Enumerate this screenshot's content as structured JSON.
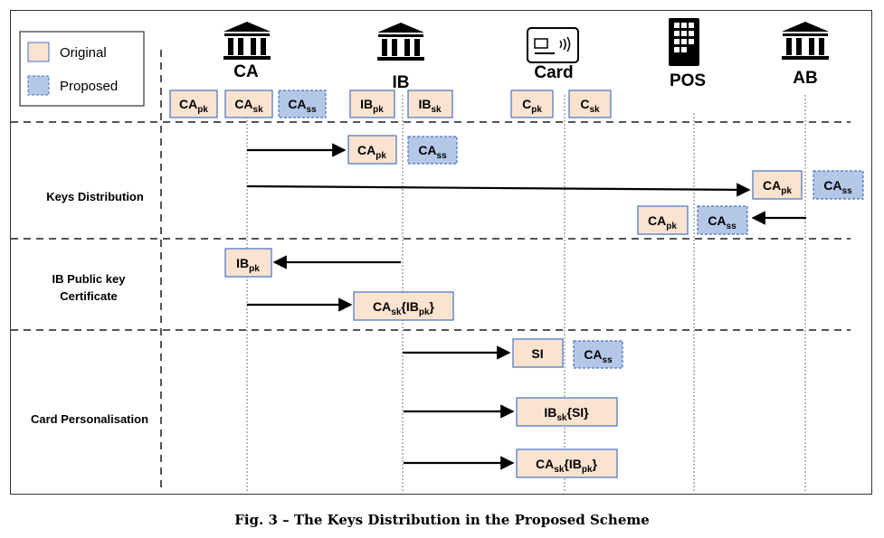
{
  "legend": {
    "original": "Original",
    "proposed": "Proposed"
  },
  "colors": {
    "original_fill": "#fbe3d0",
    "original_stroke": "#4472c4",
    "proposed_fill": "#b4c7e7",
    "proposed_stroke": "#4472c4",
    "line": "#555555"
  },
  "entities": {
    "ca": {
      "label": "CA",
      "icon": "bank-icon"
    },
    "ib": {
      "label": "IB",
      "icon": "bank-icon"
    },
    "card": {
      "label": "Card",
      "icon": "contactless-card-icon"
    },
    "pos": {
      "label": "POS",
      "icon": "pos-terminal-icon"
    },
    "ab": {
      "label": "AB",
      "icon": "bank-icon"
    }
  },
  "sections": {
    "keys_distribution": "Keys Distribution",
    "ib_cert_line1": "IB Public key",
    "ib_cert_line2": "Certificate",
    "card_personalisation": "Card Personalisation"
  },
  "keys": {
    "ca_pk": {
      "main": "CA",
      "sub": "pk"
    },
    "ca_sk": {
      "main": "CA",
      "sub": "sk"
    },
    "ca_ss": {
      "main": "CA",
      "sub": "ss"
    },
    "ib_pk": {
      "main": "IB",
      "sub": "pk"
    },
    "ib_sk": {
      "main": "IB",
      "sub": "sk"
    },
    "c_pk": {
      "main": "C",
      "sub": "pk"
    },
    "c_sk": {
      "main": "C",
      "sub": "sk"
    },
    "si": "SI",
    "ib_sk_si": {
      "a": "IB",
      "a_sub": "sk",
      "b": "{SI}"
    },
    "ca_sk_ib_pk": {
      "a": "CA",
      "a_sub": "sk",
      "b": "{IB",
      "b_sub": "pk",
      "c": "}"
    }
  },
  "caption": "Fig. 3 – The Keys Distribution in the Proposed Scheme"
}
